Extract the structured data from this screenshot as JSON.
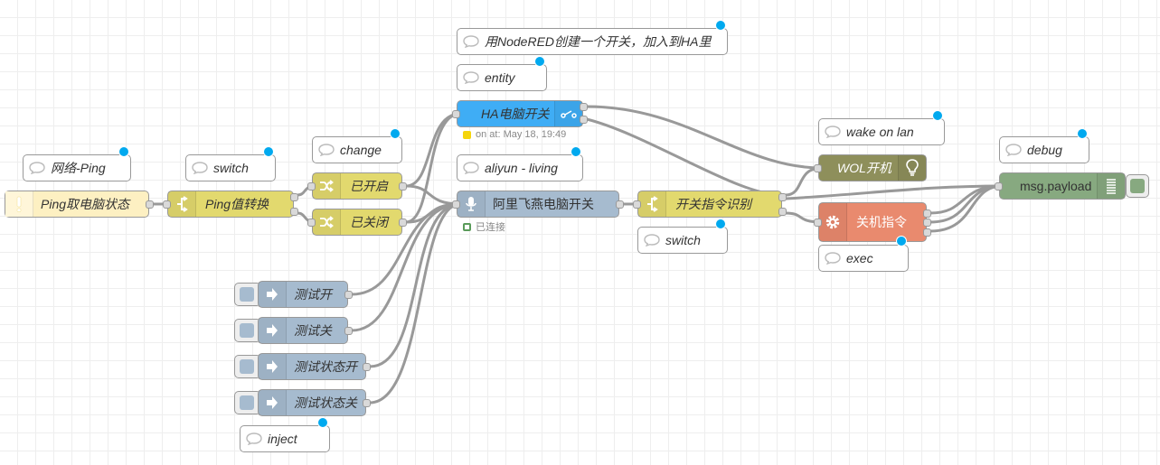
{
  "colors": {
    "canvas": "#ffffff",
    "grid": "#eeeeee",
    "wire": "#999999",
    "comment": "#ffffff",
    "ping": "#fdf0c2",
    "switch": "#e2d96e",
    "change": "#e2d96e",
    "ha_switch": "#3fadf5",
    "aliyun": "#a6bbcf",
    "inject": "#a6bbcf",
    "wol": "#8e8f5b",
    "exec": "#e98a6e",
    "debug": "#87a980",
    "changed_dot": "#00a9ef"
  },
  "comments": {
    "network_ping": "网络-Ping",
    "switch1": "switch",
    "change": "change",
    "create_switch": "用NodeRED创建一个开关，加入到HA里",
    "entity": "entity",
    "aliyun_living": "aliyun - living",
    "wake_on_lan": "wake on lan",
    "debug": "debug",
    "switch2": "switch",
    "exec": "exec",
    "inject": "inject"
  },
  "nodes": {
    "ping": {
      "label": "Ping取电脑状态",
      "icon": "alert-icon"
    },
    "ping_switch": {
      "label": "Ping值转换",
      "icon": "switch-icon"
    },
    "change_on": {
      "label": "已开启",
      "icon": "shuffle-icon"
    },
    "change_off": {
      "label": "已关闭",
      "icon": "shuffle-icon"
    },
    "ha_switch": {
      "label": "HA电脑开关",
      "icon": "toggle-icon",
      "status": "on at: May 18, 19:49",
      "status_color": "#f5d50c"
    },
    "aliyun": {
      "label": "阿里飞燕电脑开关",
      "icon": "microphone-icon",
      "status": "已连接",
      "status_color": "#5a9b5a"
    },
    "cmd_switch": {
      "label": "开关指令识别",
      "icon": "switch-icon"
    },
    "wol": {
      "label": "WOL开机",
      "icon": "bulb-icon"
    },
    "exec": {
      "label": "关机指令",
      "icon": "gear-icon"
    },
    "debug": {
      "label": "msg.payload",
      "icon": "list-icon"
    }
  },
  "injects": [
    {
      "label": "测试开",
      "icon": "arrow-right-icon"
    },
    {
      "label": "测试关",
      "icon": "arrow-right-icon"
    },
    {
      "label": "测试状态开",
      "icon": "arrow-right-icon"
    },
    {
      "label": "测试状态关",
      "icon": "arrow-right-icon"
    }
  ]
}
